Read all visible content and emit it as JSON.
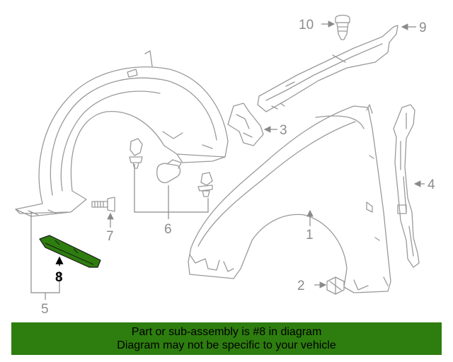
{
  "diagram": {
    "callouts": {
      "c1": "1",
      "c2": "2",
      "c3": "3",
      "c4": "4",
      "c5": "5",
      "c6": "6",
      "c7": "7",
      "c8": "8",
      "c9": "9",
      "c10": "10"
    },
    "colors": {
      "highlight": "#2e7d0f",
      "linework": "#9a9a9a",
      "label": "#8c8c8c"
    },
    "highlighted_part": "8"
  },
  "banner": {
    "line1": "Part or sub-assembly is #8 in diagram",
    "line2": "Diagram may not be specific to your vehicle",
    "color": "#2e7d0f"
  }
}
